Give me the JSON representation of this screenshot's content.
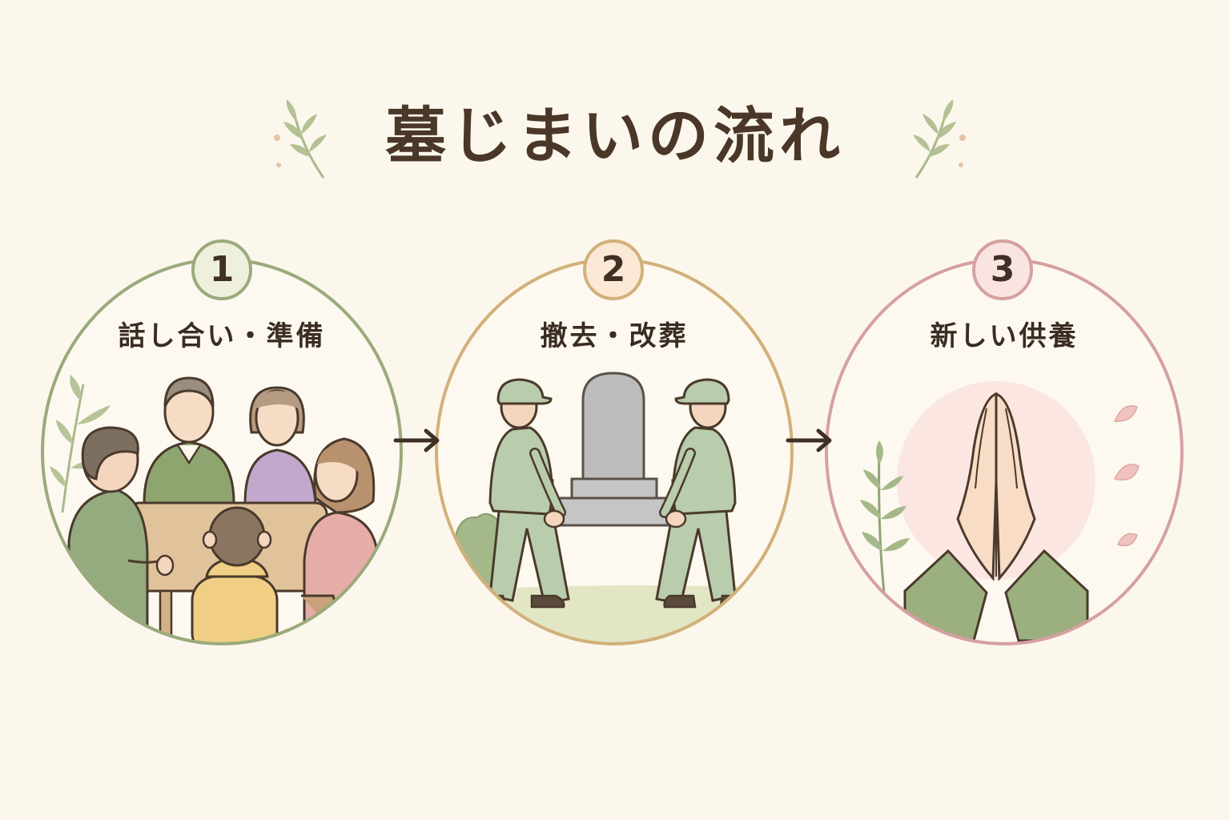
{
  "title": "墓じまいの流れ",
  "steps": [
    {
      "number": "1",
      "label": "話し合い・準備",
      "color": "#9aaa7c",
      "fill": "#eef0dd"
    },
    {
      "number": "2",
      "label": "撤去・改葬",
      "color": "#d2b07a",
      "fill": "#fbe9d6"
    },
    {
      "number": "3",
      "label": "新しい供養",
      "color": "#d6a0a0",
      "fill": "#f9e4e2"
    }
  ],
  "colors": {
    "background": "#fcf7ec",
    "title": "#4a3728",
    "leaf": "#a9b98a",
    "arrow": "#3f2f24"
  }
}
